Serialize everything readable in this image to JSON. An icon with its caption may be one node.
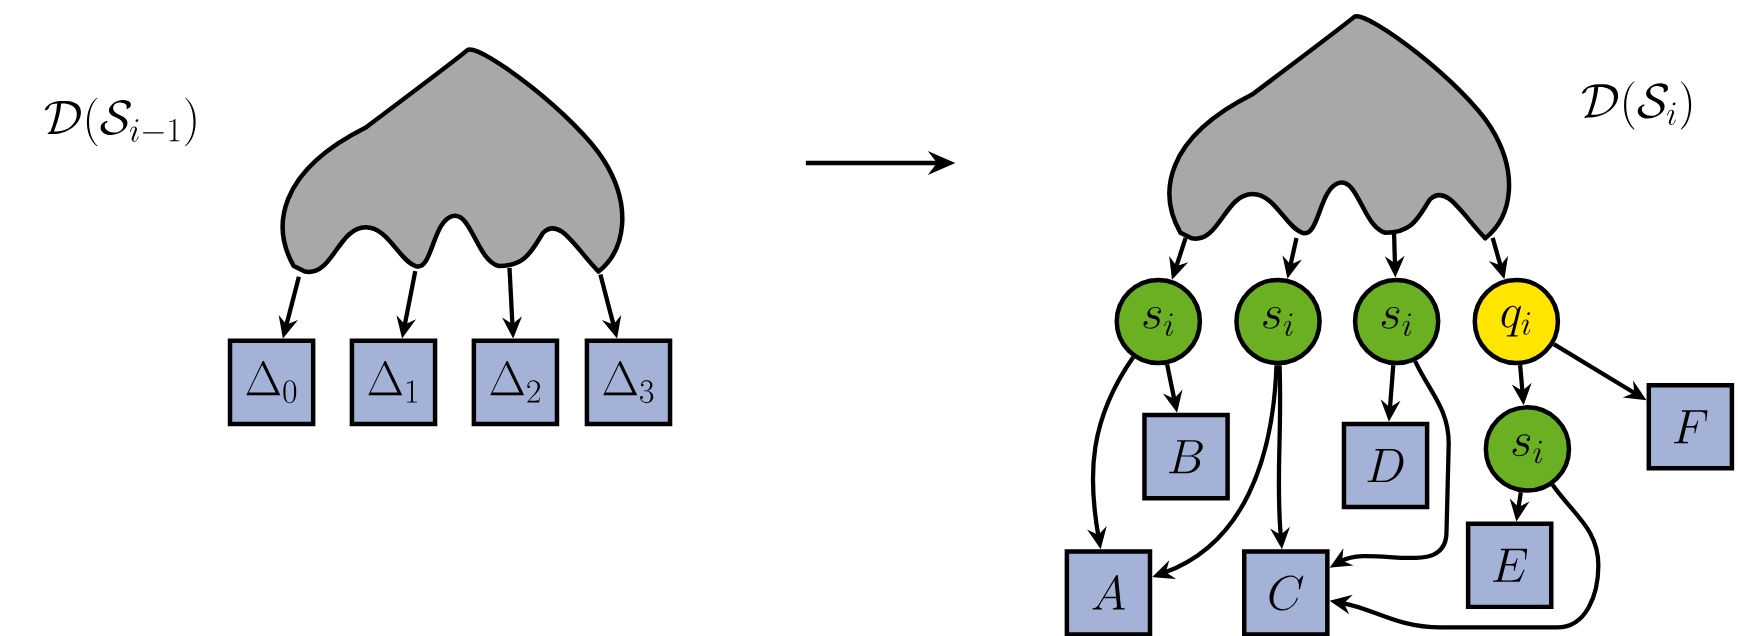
{
  "diagram": {
    "nodes": [
      {
        "text": [],
        "shape": "cloud"
      },
      {
        "text": [
          "\\Delta_0"
        ]
      },
      {
        "text": [
          "\\Delta_1"
        ]
      },
      {
        "text": [
          "\\Delta_2"
        ]
      },
      {
        "text": [
          "\\Delta_3"
        ]
      },
      {
        "text": [],
        "shape": "cloud"
      },
      {
        "text": [
          "s_i"
        ]
      },
      {
        "text": [
          "s_i"
        ]
      },
      {
        "text": [
          "s_i"
        ]
      },
      {
        "text": [
          "q_i"
        ]
      },
      {
        "text": [
          "s_i"
        ]
      },
      {
        "text": [
          "B"
        ]
      },
      {
        "text": [
          "D"
        ]
      },
      {
        "text": [
          "F"
        ]
      },
      {
        "text": [
          "E"
        ]
      },
      {
        "text": [
          "A"
        ]
      },
      {
        "text": [
          "C"
        ]
      }
    ],
    "edges": [
      {
        "from": 0,
        "to": 1,
        "arrow": "to"
      },
      {
        "from": 0,
        "to": 2,
        "arrow": "to"
      },
      {
        "from": 0,
        "to": 3,
        "arrow": "to"
      },
      {
        "from": 0,
        "to": 4,
        "arrow": "to"
      },
      {
        "from": 5,
        "to": 6,
        "arrow": "to"
      },
      {
        "from": 5,
        "to": 7,
        "arrow": "to"
      },
      {
        "from": 5,
        "to": 8,
        "arrow": "to"
      },
      {
        "from": 5,
        "to": 9,
        "arrow": "to"
      },
      {
        "from": 6,
        "to": 11,
        "arrow": "to"
      },
      {
        "from": 6,
        "to": 15,
        "arrow": "to"
      },
      {
        "from": 7,
        "to": 15,
        "arrow": "to"
      },
      {
        "from": 7,
        "to": 16,
        "arrow": "to"
      },
      {
        "from": 8,
        "to": 12,
        "arrow": "to"
      },
      {
        "from": 8,
        "to": 16,
        "arrow": "to"
      },
      {
        "from": 9,
        "to": 10,
        "arrow": "to"
      },
      {
        "from": 9,
        "to": 13,
        "arrow": "to"
      },
      {
        "from": 10,
        "to": 14,
        "arrow": "to"
      },
      {
        "from": 10,
        "to": 16,
        "arrow": "to"
      }
    ],
    "labels": [
      "\\mathcal{D}(\\mathcal{S}_{i-1})",
      "\\mathcal{D}(\\mathcal{S}_i)"
    ]
  }
}
